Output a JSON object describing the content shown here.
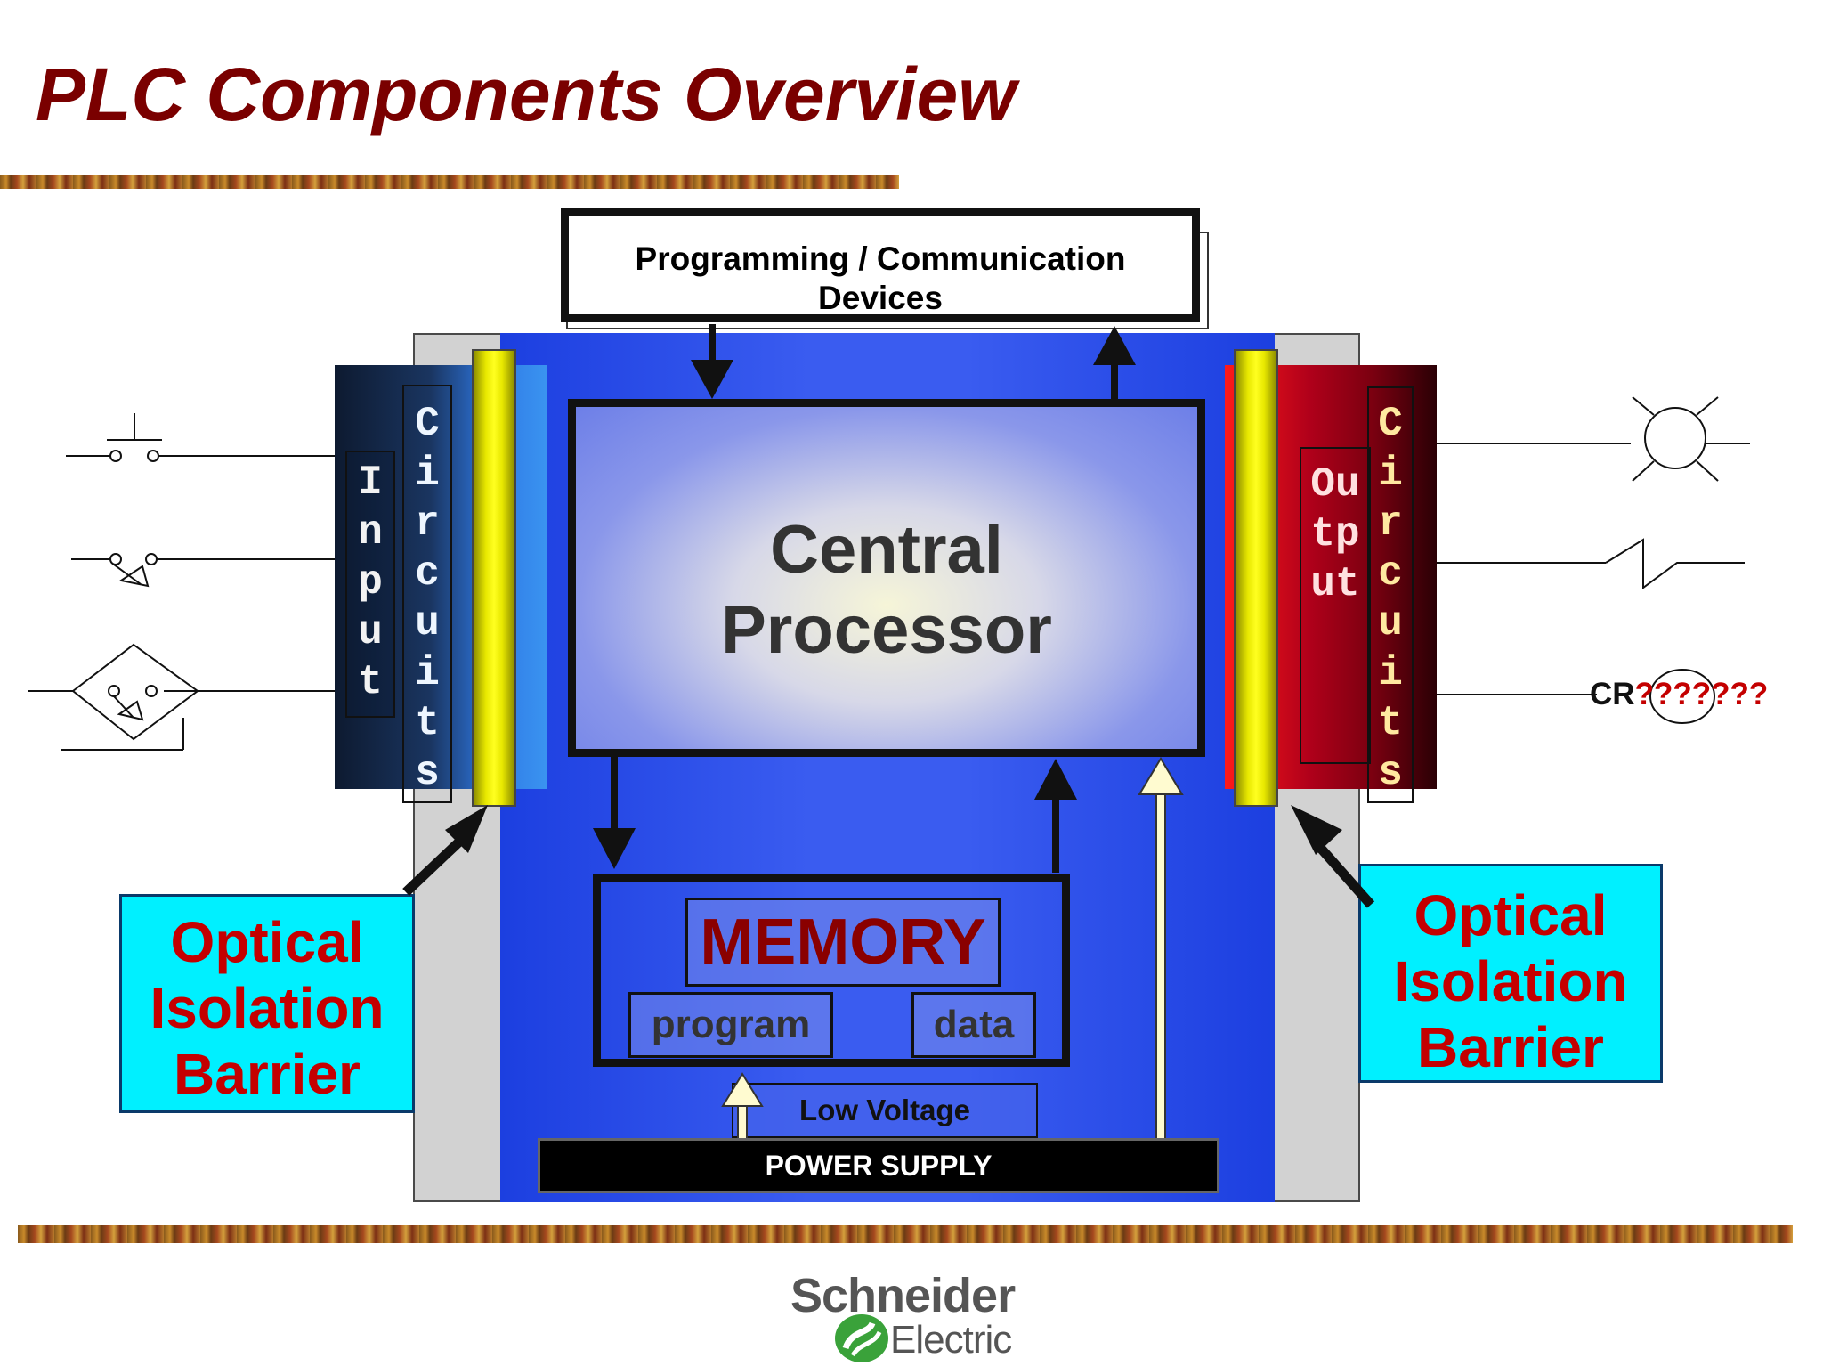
{
  "slide": {
    "title": "PLC Components Overview",
    "programming_box": "Programming / Communication\nDevices",
    "cpu_label": "Central\nProcessor",
    "memory_label": "MEMORY",
    "program_label": "program",
    "data_label": "data",
    "low_voltage_label": "Low Voltage",
    "power_supply_label": "POWER SUPPLY",
    "input_label": "Input",
    "input_circuits_label": "Circuits",
    "output_label": "Output",
    "output_circuits_label": "Circuits",
    "optical_left": "Optical\nIsolation\nBarrier",
    "optical_right": "Optical\nIsolation\nBarrier",
    "cr_prefix": "CR",
    "cr_suffix": "???????"
  },
  "logo": {
    "line1": "Schneider",
    "line2": "Electric"
  },
  "colors": {
    "title": "#7a0000",
    "accent_red": "#c40000",
    "cyan_box": "#00f0ff",
    "main_blue": "#2a4de8",
    "logo_green": "#3aa23a"
  }
}
